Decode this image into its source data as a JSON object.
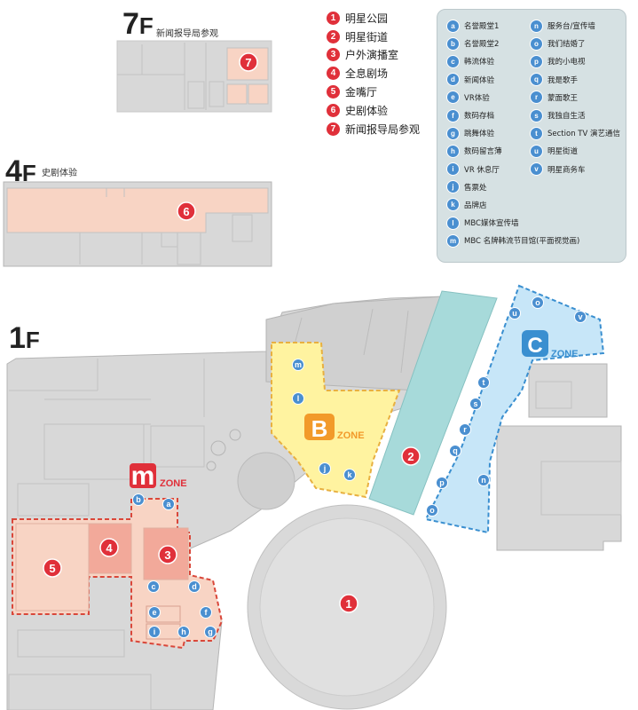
{
  "floors": {
    "f7": {
      "num": "7",
      "f": "F",
      "sub": "新闻报导局参观"
    },
    "f4": {
      "num": "4",
      "f": "F",
      "sub": "史剧体验"
    },
    "f1": {
      "num": "1",
      "f": "F"
    }
  },
  "main_legend": [
    {
      "num": "1",
      "label": "明星公园"
    },
    {
      "num": "2",
      "label": "明星街道"
    },
    {
      "num": "3",
      "label": "户外演播室"
    },
    {
      "num": "4",
      "label": "全息剧场"
    },
    {
      "num": "5",
      "label": "金嘴厅"
    },
    {
      "num": "6",
      "label": "史剧体验"
    },
    {
      "num": "7",
      "label": "新闻报导局参观"
    }
  ],
  "sub_legend_left": [
    {
      "letter": "a",
      "label": "名誉殿堂1"
    },
    {
      "letter": "b",
      "label": "名誉殿堂2"
    },
    {
      "letter": "c",
      "label": "韩流体验"
    },
    {
      "letter": "d",
      "label": "新闻体验"
    },
    {
      "letter": "e",
      "label": "VR体验"
    },
    {
      "letter": "f",
      "label": "数码存档"
    },
    {
      "letter": "g",
      "label": "跳舞体验"
    },
    {
      "letter": "h",
      "label": "数码留言薄"
    },
    {
      "letter": "i",
      "label": "VR 休息厅"
    },
    {
      "letter": "j",
      "label": "售票处"
    },
    {
      "letter": "k",
      "label": "品牌店"
    },
    {
      "letter": "l",
      "label": "MBC媒体宣传墙"
    },
    {
      "letter": "m",
      "label": "MBC 名牌韩流节目馆(平面视觉画)"
    }
  ],
  "sub_legend_right": [
    {
      "letter": "n",
      "label": "服务台/宣传墙"
    },
    {
      "letter": "o",
      "label": "我们结婚了"
    },
    {
      "letter": "p",
      "label": "我的小电视"
    },
    {
      "letter": "q",
      "label": "我是歌手"
    },
    {
      "letter": "r",
      "label": "蒙面歌王"
    },
    {
      "letter": "s",
      "label": "我独自生活"
    },
    {
      "letter": "t",
      "label": "Section TV 演艺通信"
    },
    {
      "letter": "u",
      "label": "明星街道"
    },
    {
      "letter": "v",
      "label": "明星商务车"
    }
  ],
  "zones": {
    "m": {
      "letter": "m",
      "word": "ZONE"
    },
    "b": {
      "letter": "B",
      "word": "ZONE"
    },
    "c": {
      "letter": "C",
      "word": "ZONE"
    }
  },
  "map_markers": {
    "m7": "7",
    "m6": "6",
    "m1": "1",
    "m2": "2",
    "m3": "3",
    "m4": "4",
    "m5": "5",
    "a": "a",
    "b": "b",
    "c": "c",
    "d": "d",
    "e": "e",
    "f": "f",
    "g": "g",
    "h": "h",
    "i": "i",
    "j": "j",
    "k": "k",
    "l": "l",
    "m": "m",
    "n": "n",
    "o1": "o",
    "o2": "o",
    "p": "p",
    "q": "q",
    "r": "r",
    "s": "s",
    "t": "t",
    "u": "u",
    "v": "v"
  },
  "colors": {
    "building": "#d8d8d8",
    "building_line": "#b5b5b5",
    "m_zone": "#f8d4c4",
    "m_zone_dark": "#f2a99a",
    "b_zone": "#fff3a0",
    "c_zone": "#c7e6f8",
    "street": "#a7dada",
    "red_marker": "#e0303a",
    "blue_marker": "#4a8fd0"
  }
}
